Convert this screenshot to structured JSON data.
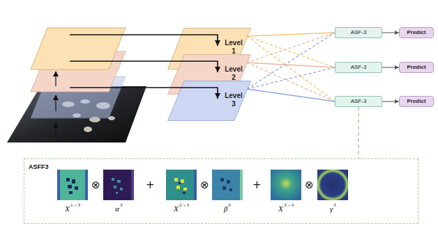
{
  "diagram": {
    "nodes": [
      {
        "text": [
          "Level 1"
        ]
      },
      {
        "text": [
          "Level 2"
        ]
      },
      {
        "text": [
          "Level 3"
        ]
      },
      {
        "text": [
          "ASF-3"
        ]
      },
      {
        "text": [
          "ASF-3"
        ]
      },
      {
        "text": [
          "ASF-3"
        ]
      },
      {
        "text": [
          "Predict"
        ]
      },
      {
        "text": [
          "Predict"
        ]
      },
      {
        "text": [
          "Predict"
        ]
      },
      {
        "text": [
          "ASFF3"
        ]
      }
    ],
    "edges": [
      {
        "from": 0,
        "to": 3,
        "arrow": "none"
      },
      {
        "from": 0,
        "to": 4,
        "arrow": "none"
      },
      {
        "from": 0,
        "to": 5,
        "arrow": "none"
      },
      {
        "from": 1,
        "to": 3,
        "arrow": "none"
      },
      {
        "from": 1,
        "to": 4,
        "arrow": "none"
      },
      {
        "from": 1,
        "to": 5,
        "arrow": "none"
      },
      {
        "from": 2,
        "to": 3,
        "arrow": "none"
      },
      {
        "from": 2,
        "to": 4,
        "arrow": "none"
      },
      {
        "from": 2,
        "to": 5,
        "arrow": "none"
      },
      {
        "from": 3,
        "to": 6,
        "arrow": "to"
      },
      {
        "from": 4,
        "to": 7,
        "arrow": "to"
      },
      {
        "from": 5,
        "to": 8,
        "arrow": "to"
      },
      {
        "from": 5,
        "to": 9,
        "arrow": "none"
      }
    ],
    "labels": [
      "X",
      "1→3",
      "⊗",
      "α",
      "3",
      "+",
      "X",
      "2→3",
      "⊗",
      "β",
      "3",
      "+",
      "X",
      "3→3",
      "⊗",
      "γ",
      "3"
    ]
  }
}
